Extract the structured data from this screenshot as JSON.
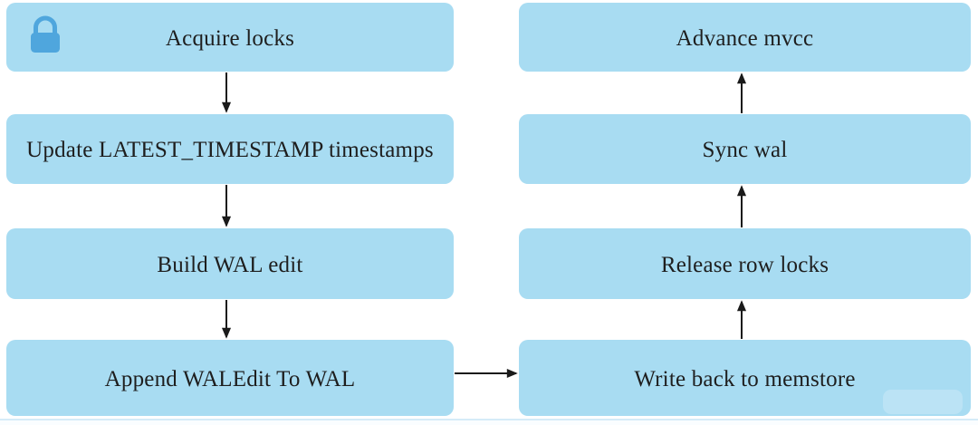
{
  "colors": {
    "background": "#ffffff",
    "node_fill": "#a8dcf2",
    "node_text": "#1e1e1e",
    "arrow": "#1a1a1a",
    "lock_icon": "#4fa6dd",
    "bottom_divider": "#d5ebf8"
  },
  "nodes": {
    "left": [
      {
        "label": "Acquire locks"
      },
      {
        "label": "Update LATEST_TIMESTAMP timestamps"
      },
      {
        "label": "Build WAL edit"
      },
      {
        "label": "Append WALEdit To WAL"
      }
    ],
    "right": [
      {
        "label": "Advance mvcc"
      },
      {
        "label": "Sync wal"
      },
      {
        "label": "Release row locks"
      },
      {
        "label": "Write back to memstore"
      }
    ]
  },
  "edges": [
    {
      "from": "Acquire locks",
      "to": "Update LATEST_TIMESTAMP timestamps",
      "direction": "down"
    },
    {
      "from": "Update LATEST_TIMESTAMP timestamps",
      "to": "Build WAL edit",
      "direction": "down"
    },
    {
      "from": "Build WAL edit",
      "to": "Append WALEdit To WAL",
      "direction": "down"
    },
    {
      "from": "Append WALEdit To WAL",
      "to": "Write back to memstore",
      "direction": "right"
    },
    {
      "from": "Write back to memstore",
      "to": "Release row locks",
      "direction": "up"
    },
    {
      "from": "Release row locks",
      "to": "Sync wal",
      "direction": "up"
    },
    {
      "from": "Sync wal",
      "to": "Advance mvcc",
      "direction": "up"
    }
  ],
  "icons": [
    {
      "name": "lock-icon",
      "attached_to": "Acquire locks"
    }
  ]
}
